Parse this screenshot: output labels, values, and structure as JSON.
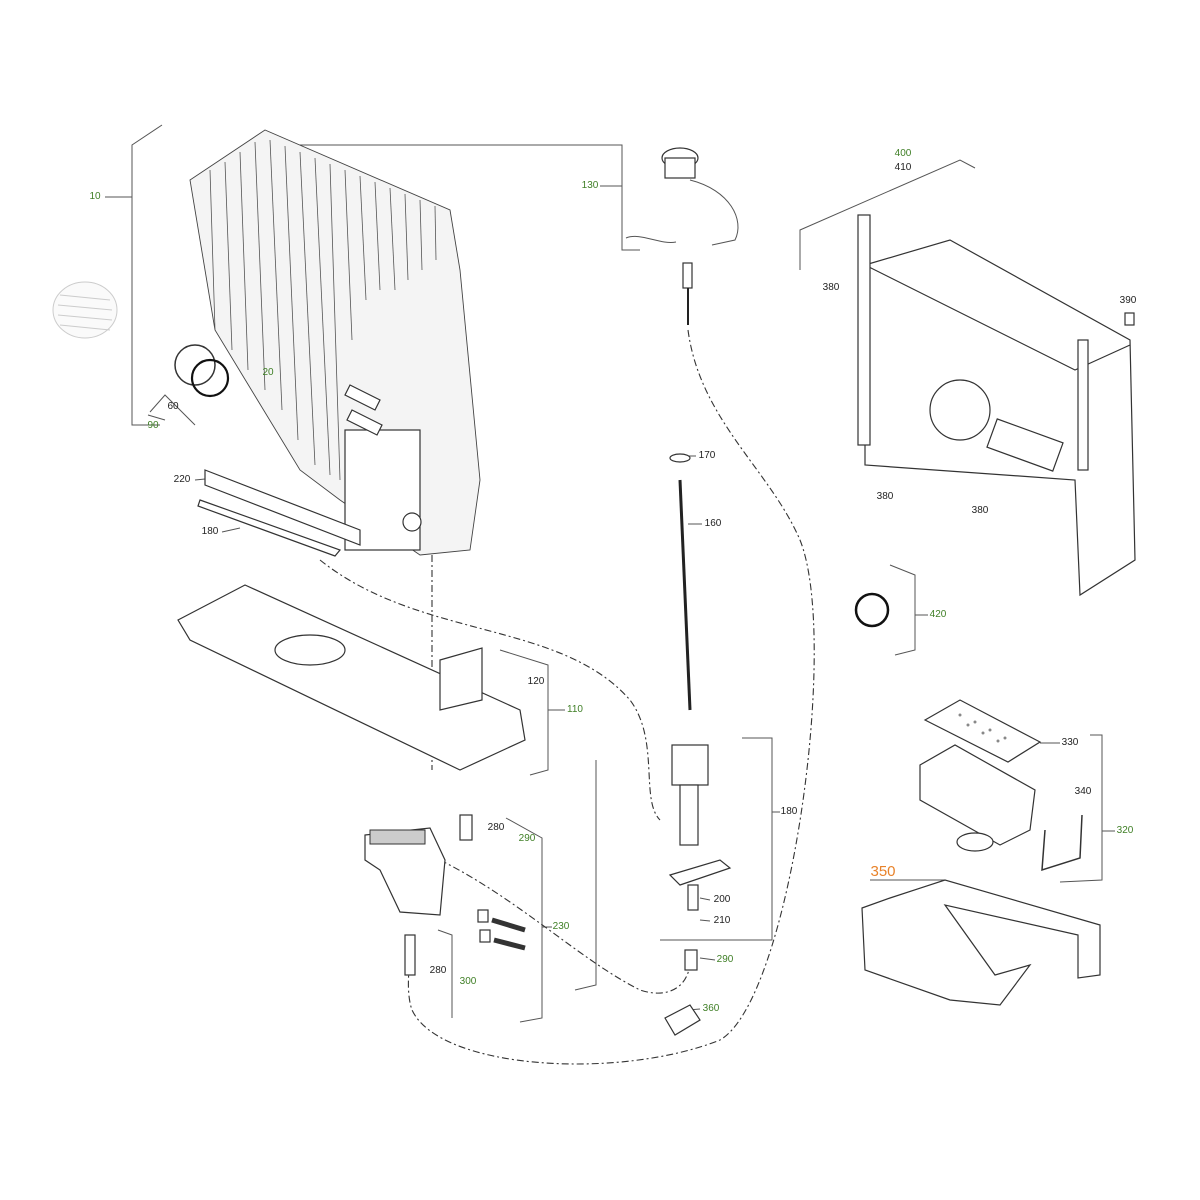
{
  "diagram": {
    "title": "Heater exploded parts view",
    "colors": {
      "assembly": "#3f7f26",
      "part": "#222222",
      "highlight": "#e8822a"
    },
    "labels": [
      {
        "id": "10"
      },
      {
        "id": "20"
      },
      {
        "id": "60"
      },
      {
        "id": "90"
      },
      {
        "id": "220"
      },
      {
        "id": "180"
      },
      {
        "id": "130"
      },
      {
        "id": "400"
      },
      {
        "id": "410"
      },
      {
        "id": "380"
      },
      {
        "id": "390"
      },
      {
        "id": "170"
      },
      {
        "id": "160"
      },
      {
        "id": "380"
      },
      {
        "id": "380"
      },
      {
        "id": "420"
      },
      {
        "id": "120"
      },
      {
        "id": "110"
      },
      {
        "id": "330"
      },
      {
        "id": "340"
      },
      {
        "id": "320"
      },
      {
        "id": "180"
      },
      {
        "id": "280"
      },
      {
        "id": "290"
      },
      {
        "id": "350"
      },
      {
        "id": "200"
      },
      {
        "id": "210"
      },
      {
        "id": "230"
      },
      {
        "id": "290"
      },
      {
        "id": "280"
      },
      {
        "id": "300"
      },
      {
        "id": "360"
      }
    ]
  }
}
